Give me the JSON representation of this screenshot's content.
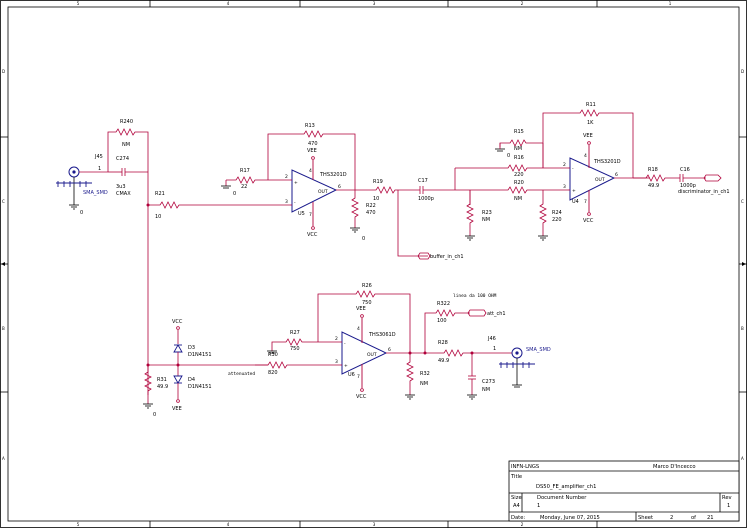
{
  "border": {
    "columns": [
      "5",
      "4",
      "3",
      "2",
      "1"
    ],
    "rows": [
      "D",
      "C",
      "B",
      "A"
    ]
  },
  "title_block": {
    "company": "INFN-LNGS",
    "author": "Marco D'Incecco",
    "title_label": "Title",
    "title": "DS50_FE_amplifier_ch1",
    "size_label": "Size",
    "size": "A4",
    "docnum_label": "Document Number",
    "docnum": "1",
    "rev_label": "Rev",
    "rev": "1",
    "date_label": "Date:",
    "date": "Monday, June 07, 2015",
    "sheet_label": "Sheet",
    "sheet": "2",
    "of_label": "of",
    "sheet_total": "21"
  },
  "parts": {
    "J45": {
      "ref": "J45",
      "value": "SMA_SMD",
      "pin": "1"
    },
    "R240": {
      "ref": "R240",
      "value": "NM"
    },
    "C274": {
      "ref": "C274",
      "value": "3u3",
      "value2": "CMAX"
    },
    "R21": {
      "ref": "R21",
      "value": "10"
    },
    "R17": {
      "ref": "R17",
      "value": "22"
    },
    "R13": {
      "ref": "R13",
      "value": "470"
    },
    "U5": {
      "ref": "U5",
      "value": "THS3201D",
      "out": "OUT",
      "pin2": "2",
      "pin3": "3",
      "pin6": "6",
      "pin4": "4",
      "pin7": "7"
    },
    "R22": {
      "ref": "R22",
      "value": "470"
    },
    "R19": {
      "ref": "R19",
      "value": "10"
    },
    "C17": {
      "ref": "C17",
      "value": "1000p"
    },
    "R11": {
      "ref": "R11",
      "value": "1K"
    },
    "R15": {
      "ref": "R15",
      "value": "NM"
    },
    "R16": {
      "ref": "R16",
      "value": "220"
    },
    "R20": {
      "ref": "R20",
      "value": "NM"
    },
    "R23": {
      "ref": "R23",
      "value": "NM"
    },
    "R24": {
      "ref": "R24",
      "value": "220"
    },
    "U4": {
      "ref": "U4",
      "value": "THS3201D",
      "out": "OUT",
      "pin2": "2",
      "pin3": "3",
      "pin6": "6",
      "pin4": "4",
      "pin7": "7"
    },
    "R18": {
      "ref": "R18",
      "value": "49.9"
    },
    "C16": {
      "ref": "C16",
      "value": "1000p"
    },
    "R26": {
      "ref": "R26",
      "value": "750"
    },
    "R27": {
      "ref": "R27",
      "value": "750"
    },
    "R30": {
      "ref": "R30",
      "value": "820"
    },
    "U6": {
      "ref": "U6",
      "value": "THS3061D",
      "out": "OUT",
      "pin2": "2",
      "pin3": "3",
      "pin6": "6",
      "pin4": "4",
      "pin7": "7"
    },
    "R32": {
      "ref": "R32",
      "value": "NM"
    },
    "R322": {
      "ref": "R322",
      "value": "100"
    },
    "R28": {
      "ref": "R28",
      "value": "49.9"
    },
    "C273": {
      "ref": "C273",
      "value": "NM"
    },
    "J46": {
      "ref": "J46",
      "value": "SMA_SMD",
      "pin": "1"
    },
    "R31": {
      "ref": "R31",
      "value": "49.9"
    },
    "D3": {
      "ref": "D3",
      "value": "D1N4151"
    },
    "D4": {
      "ref": "D4",
      "value": "D1N4151"
    }
  },
  "nets": {
    "vee": "VEE",
    "vcc": "VCC",
    "gnd": "0",
    "buffer": "buffer_in_ch1",
    "discriminator": "discriminator_in_ch1",
    "att": "att_ch1",
    "attenuated": "attenuated",
    "note": "linea da 100 OHM"
  },
  "colors": {
    "wire": "#b0003a",
    "label": "#1a1a8c",
    "text": "#000000"
  }
}
